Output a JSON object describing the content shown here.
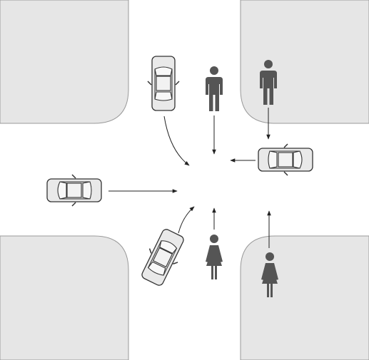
{
  "diagram": {
    "colors": {
      "background": "#ffffff",
      "block_fill": "#e6e6e6",
      "block_stroke": "#999999",
      "car_body": "#e9e9e9",
      "car_glass": "#f8f8f8",
      "car_stroke": "#333333",
      "person_fill": "#555555",
      "arrow": "#222222"
    },
    "icons": {
      "car": "car-icon",
      "man": "man-icon",
      "woman": "woman-icon"
    },
    "vehicles": [
      {
        "id": "car-north",
        "heading": "south"
      },
      {
        "id": "car-east",
        "heading": "west"
      },
      {
        "id": "car-west",
        "heading": "east"
      },
      {
        "id": "car-southwest",
        "heading": "north-east"
      }
    ],
    "pedestrians": [
      {
        "id": "man-north-crosswalk",
        "type": "man"
      },
      {
        "id": "man-northeast-corner",
        "type": "man"
      },
      {
        "id": "woman-south-crosswalk",
        "type": "woman"
      },
      {
        "id": "woman-southeast-corner",
        "type": "woman"
      }
    ]
  }
}
